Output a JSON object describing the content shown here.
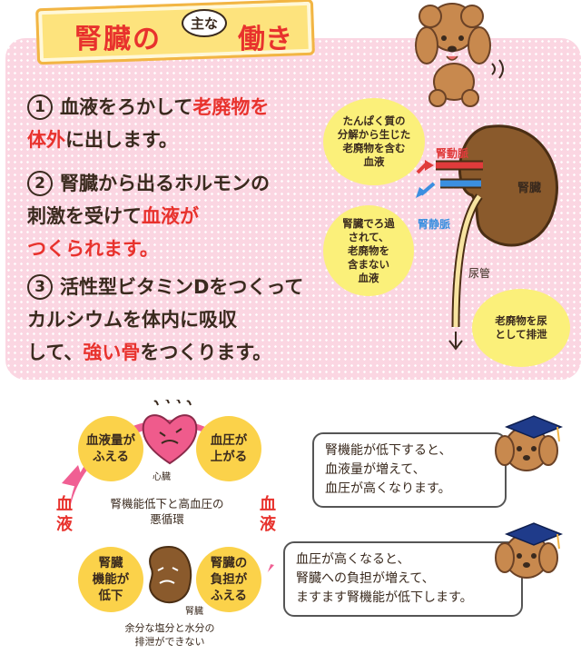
{
  "title": {
    "part1": "腎臓の",
    "small": "主な",
    "part2": "働き"
  },
  "functions": [
    {
      "num": "1",
      "pre": "血液をろかして",
      "red": "老廃物を",
      "line2_red": "体外",
      "line2": "に出します。"
    },
    {
      "num": "2",
      "line1": "腎臓から出るホルモンの",
      "line2": "刺激を受けて",
      "line2_red": "血液が",
      "line3_red": "つくられます。"
    },
    {
      "num": "3",
      "line1": "活性型ビタミンDをつくって",
      "line2": "カルシウムを体内に吸収",
      "line3a": "して、",
      "line3_red": "強い骨",
      "line3b": "をつくります。"
    }
  ],
  "kidney": {
    "in_bubble": "たんぱく質の\n分解から生じた\n老廃物を含む\n血液",
    "artery": "腎動脈",
    "vein": "腎静脈",
    "organ": "腎臓",
    "out_bubble": "腎臓でろ過\nされて、\n老廃物を\n含まない\n血液",
    "ureter": "尿管",
    "urine_bubble": "老廃物を尿\nとして排泄"
  },
  "cycle": {
    "center": "腎機能低下と高血圧の\n悪循環",
    "left_label": "血\n液",
    "right_label": "血\n液",
    "heart_label": "心臓",
    "kidney_label": "腎臓",
    "kidney_caption": "余分な塩分と水分の\n排泄ができない",
    "nodes": {
      "top_left": "血液量が\nふえる",
      "top_right": "血圧が\n上がる",
      "bottom_left": "腎臓\n機能が\n低下",
      "bottom_right": "腎臓の\n負担が\nふえる"
    }
  },
  "speech": {
    "first": "腎機能が低下すると、\n血液量が増えて、\n血圧が高くなります。",
    "second": "血圧が高くなると、\n腎臓への負担が増えて、\nますます腎機能が低下します。"
  },
  "colors": {
    "red": "#e8322d",
    "pink": "#f05f93",
    "yellow": "#fbd24a",
    "artery": "#e03b3b",
    "vein": "#3b8fe0"
  }
}
